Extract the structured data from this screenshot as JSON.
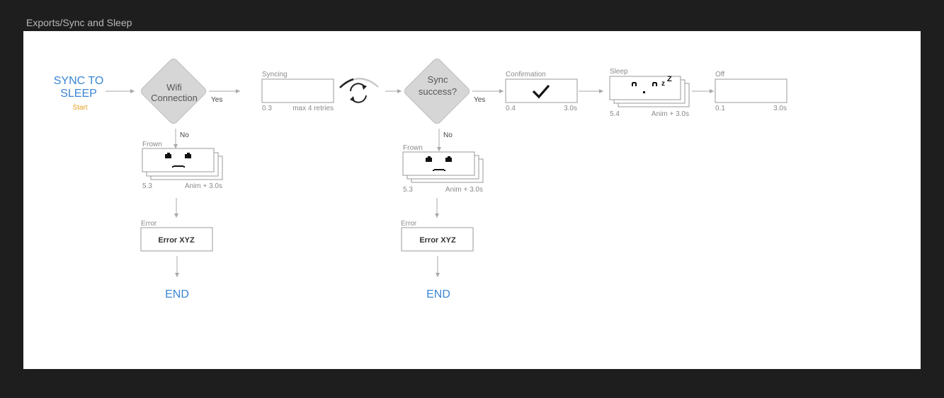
{
  "frame_title": "Exports/Sync and Sleep",
  "start": {
    "line1": "SYNC TO",
    "line2": "SLEEP",
    "sub": "Start"
  },
  "wifi": {
    "line1": "Wifi",
    "line2": "Connection",
    "yes": "Yes",
    "no": "No"
  },
  "syncing": {
    "title": "Syncing",
    "left": "0.3",
    "right": "max 4 retries"
  },
  "success": {
    "line1": "Sync",
    "line2": "success?",
    "yes": "Yes",
    "no": "No"
  },
  "confirmation": {
    "title": "Confirmation",
    "left": "0.4",
    "right": "3.0s"
  },
  "sleep": {
    "title": "Sleep",
    "left": "5.4",
    "right": "Anim + 3.0s"
  },
  "off": {
    "title": "Off",
    "left": "0.1",
    "right": "3.0s"
  },
  "frown1": {
    "title": "Frown",
    "left": "5.3",
    "right": "Anim + 3.0s"
  },
  "frown2": {
    "title": "Frown",
    "left": "5.3",
    "right": "Anim + 3.0s"
  },
  "error1": {
    "title": "Error",
    "text": "Error XYZ",
    "end": "END"
  },
  "error2": {
    "title": "Error",
    "text": "Error XYZ",
    "end": "END"
  },
  "colors": {
    "accent_blue": "#3a86d4",
    "start_orange": "#e8a020",
    "label_gray": "#8a8a8a",
    "diamond_fill": "#d6d6d6"
  }
}
